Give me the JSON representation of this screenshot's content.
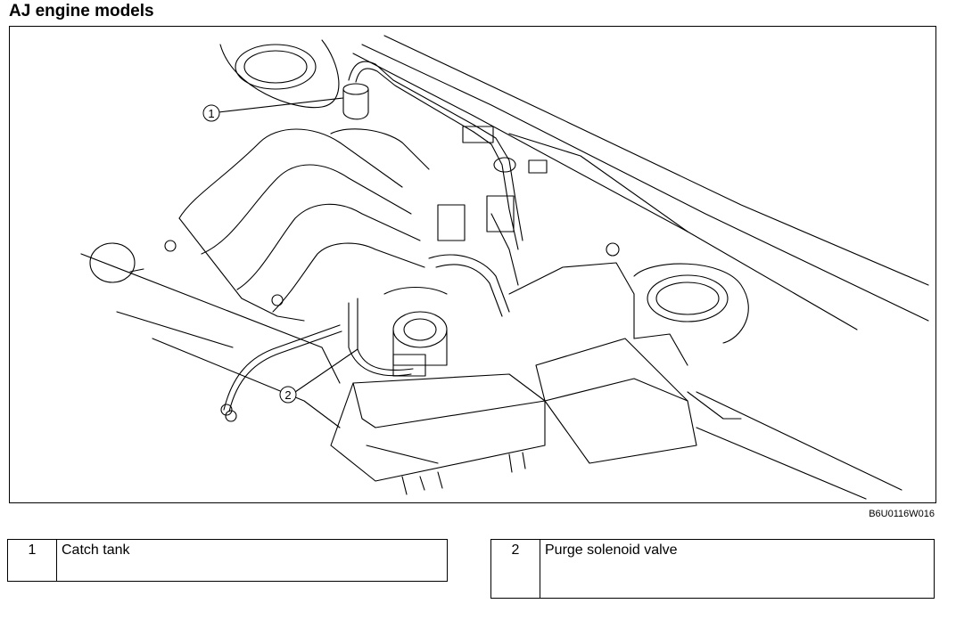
{
  "title": "AJ engine models",
  "figure_code": "B6U0116W016",
  "callouts": [
    {
      "number": "1",
      "part": "Catch tank"
    },
    {
      "number": "2",
      "part": "Purge solenoid valve"
    }
  ]
}
